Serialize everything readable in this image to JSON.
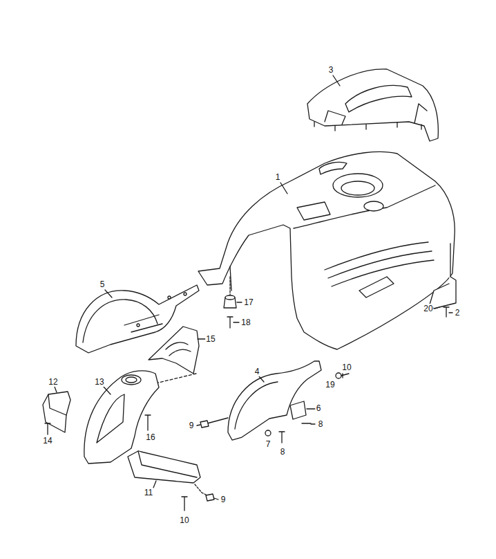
{
  "diagram": {
    "labels": [
      "3",
      "1",
      "5",
      "17",
      "18",
      "20",
      "2",
      "15",
      "12",
      "13",
      "4",
      "10",
      "19",
      "6",
      "16",
      "9",
      "8",
      "7",
      "8",
      "14",
      "11",
      "9",
      "10"
    ]
  }
}
